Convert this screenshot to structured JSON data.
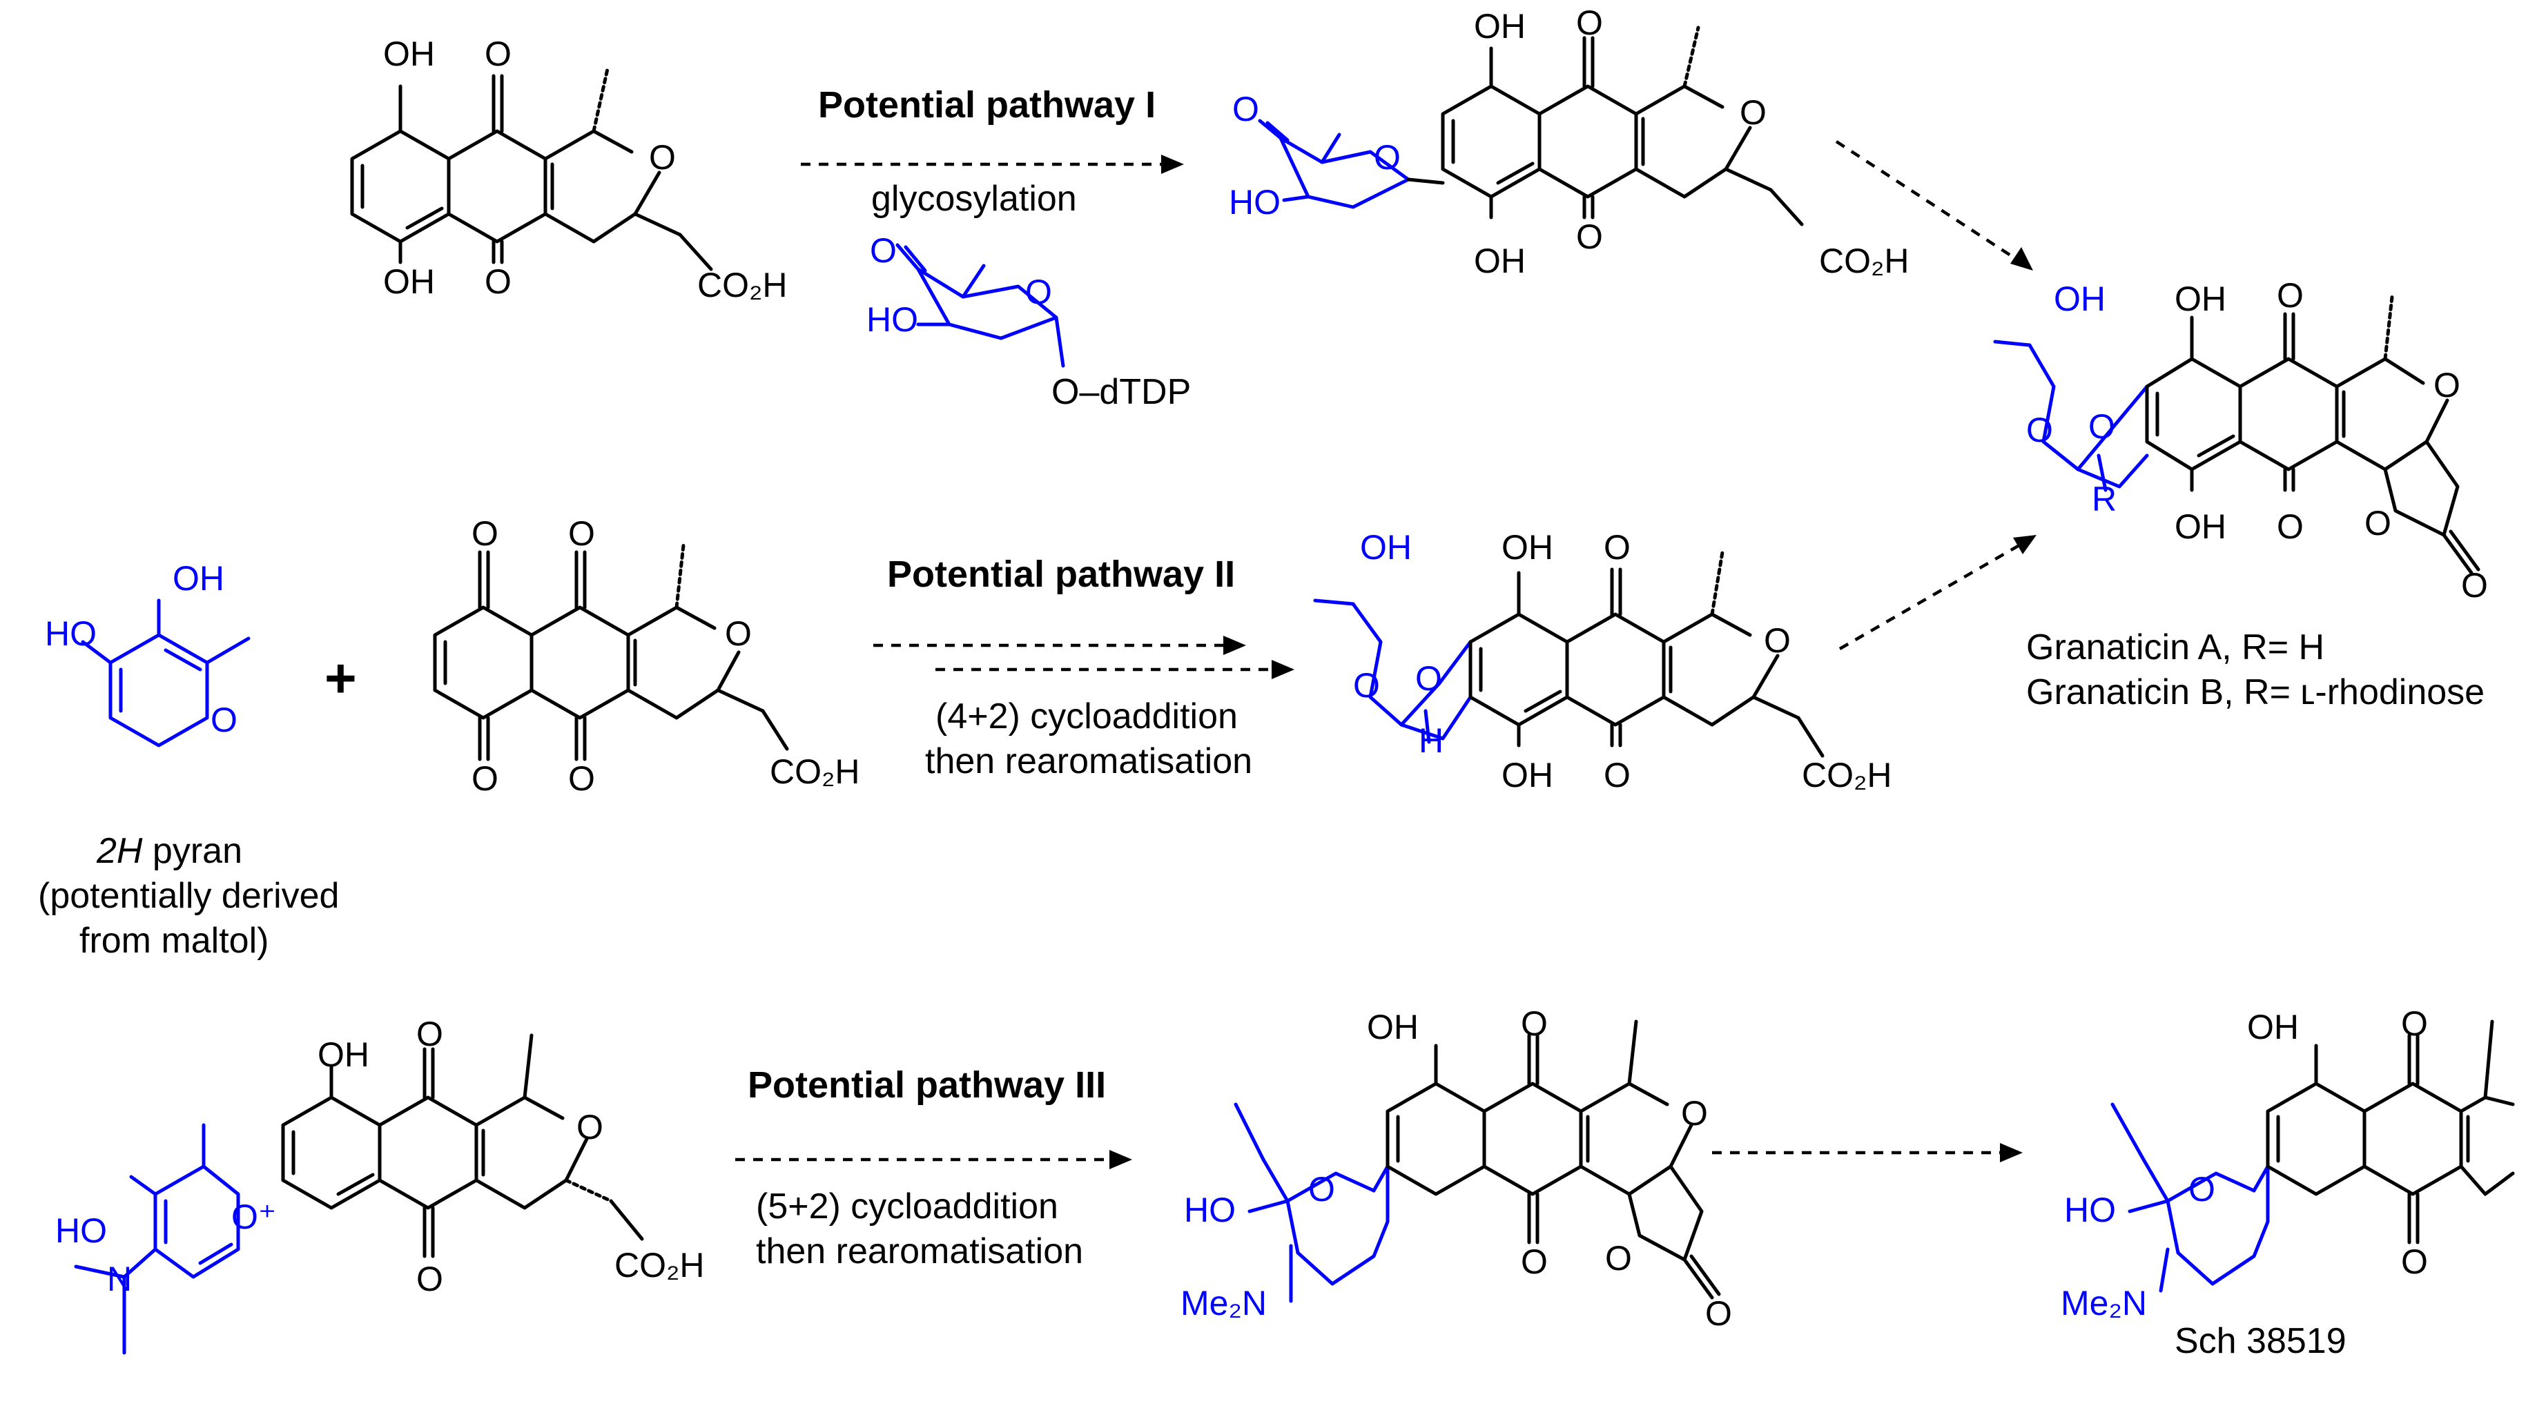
{
  "pathway_1": {
    "title": "Potential pathway I",
    "condition": "glycosylation",
    "reagent_label": "O–dTDP"
  },
  "pathway_2": {
    "title": "Potential pathway II",
    "condition_line1": "(4+2) cycloaddition",
    "condition_line2": "then rearomatisation",
    "pyran_name_prefix": "2H",
    "pyran_name_suffix": " pyran",
    "pyran_note_line1": "(potentially derived",
    "pyran_note_line2": "from maltol)",
    "plus": "+"
  },
  "pathway_3": {
    "title": "Potential pathway III",
    "condition_line1": "(5+2) cycloaddition",
    "condition_line2": "then rearomatisation"
  },
  "products": {
    "granaticin_a": "Granaticin A, R= H",
    "granaticin_b": "Granaticin B, R= ʟ-rhodinose",
    "sch": "Sch 38519"
  },
  "atoms": {
    "oh": "OH",
    "ho": "HO",
    "o": "O",
    "h": "H",
    "r": "R",
    "co2h": "CO₂H",
    "me2n": "Me₂N",
    "oplus": "O⁺"
  },
  "colors": {
    "ink": "#000000",
    "highlight": "#0000ff"
  }
}
